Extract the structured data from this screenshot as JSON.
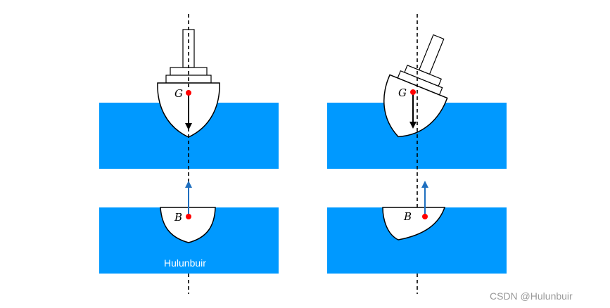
{
  "labels": {
    "gravity_center": "G",
    "buoyancy_center": "B"
  },
  "watermarks": {
    "inner": "Hulunbuir",
    "corner": "CSDN @Hulunbuir"
  },
  "colors": {
    "water": "#0099ff",
    "gravity_point": "#ff0000",
    "buoyancy_arrow": "#1f6fbf",
    "gravity_arrow": "#000000",
    "hull_fill": "#ffffff",
    "outline": "#000000"
  }
}
